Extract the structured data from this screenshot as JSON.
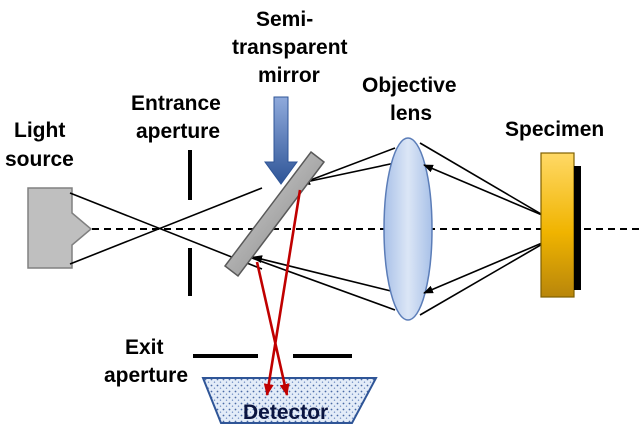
{
  "labels": {
    "light_source_line1": "Light",
    "light_source_line2": "source",
    "entrance_line1": "Entrance",
    "entrance_line2": "aperture",
    "mirror_line1": "Semi-",
    "mirror_line2": "transparent",
    "mirror_line3": "mirror",
    "objective_line1": "Objective",
    "objective_line2": "lens",
    "specimen": "Specimen",
    "exit_line1": "Exit",
    "exit_line2": "aperture",
    "detector": "Detector"
  },
  "colors": {
    "light_source": "#bfbfbf",
    "mirror": "#9fa3a8",
    "arrow_top": "#8faadc",
    "arrow_bottom": "#2f5597",
    "lens": "#c5d5ef",
    "specimen_top": "#ffd966",
    "specimen_bottom": "#b8860b",
    "detector": "#dfe9f7",
    "reflected_beam": "#c00000",
    "rays": "#000000"
  },
  "icons": {
    "light_source": "light-source-housing",
    "arrow": "down-arrow"
  }
}
